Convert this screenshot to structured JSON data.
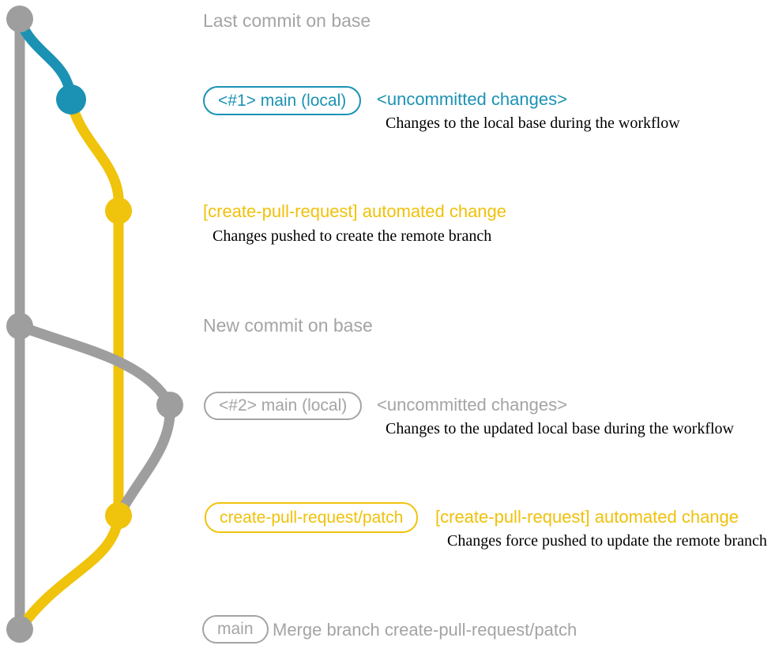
{
  "colors": {
    "gray": "#9e9e9e",
    "gray_text": "#a4a4a4",
    "blue": "#1b92b4",
    "yellow": "#f0c30c",
    "yellow_text": "#f0c10a",
    "desc_text": "#000000"
  },
  "graph": {
    "branches": [
      "base (gray)",
      "main local (blue/gray)",
      "create-pull-request/patch (yellow)"
    ],
    "commit_dots": [
      {
        "name": "last-commit-on-base",
        "color": "gray"
      },
      {
        "name": "local-commit-1",
        "color": "blue"
      },
      {
        "name": "patch-commit-1",
        "color": "yellow"
      },
      {
        "name": "new-commit-on-base",
        "color": "gray"
      },
      {
        "name": "local-commit-2",
        "color": "gray"
      },
      {
        "name": "patch-commit-2",
        "color": "yellow"
      },
      {
        "name": "merge-commit",
        "color": "gray"
      }
    ]
  },
  "annotations": {
    "row1": {
      "text": "Last commit on base"
    },
    "row2": {
      "badge": "<#1> main (local)",
      "title": "<uncommitted changes>",
      "desc": "Changes to the local base during the workflow"
    },
    "row3": {
      "title": "[create-pull-request] automated change",
      "desc": "Changes pushed to create the remote branch"
    },
    "row4": {
      "text": "New commit on base"
    },
    "row5": {
      "badge": "<#2> main (local)",
      "title": "<uncommitted changes>",
      "desc": "Changes to the updated local base during the workflow"
    },
    "row6": {
      "badge": "create-pull-request/patch",
      "title": "[create-pull-request] automated change",
      "desc": "Changes force pushed to update the remote branch"
    },
    "row7": {
      "badge": "main",
      "title": "Merge branch create-pull-request/patch"
    }
  }
}
